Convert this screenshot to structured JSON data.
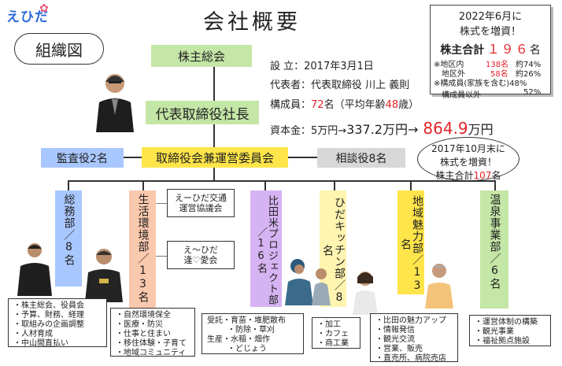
{
  "logo": {
    "text": "えひだ"
  },
  "title": "会社概要",
  "org_chart_label": "組織図",
  "nodes": {
    "shareholders": "株主総会",
    "president": "代表取締役社長",
    "committee": "取締役会兼運営委員会",
    "auditor": "監査役2名",
    "advisor": "相談役8名"
  },
  "company_info": {
    "established": "設 立：2017年3月1日",
    "representative": "代表者：代表取締役  川上  義則",
    "members_label": "構成員：",
    "members_count": "72",
    "members_suffix": "名（平均年齢",
    "avg_age": "48",
    "avg_age_suffix": "歳）",
    "capital_label": "資本金：5万円→",
    "capital_mid": "337.2万円→",
    "capital_final": "864.9",
    "capital_unit": "万円"
  },
  "note_june": {
    "line1": "2022年6月に",
    "line2": "株式を増資！",
    "total_label": "株主合計",
    "total_value": "１９６",
    "total_unit": "名",
    "row1_label": "※地区内",
    "row1_value": "138名",
    "row1_pct": "約74%",
    "row2_label": "地区外",
    "row2_value": "58名",
    "row2_pct": "約26%",
    "row3_label": "※構成員(家族を含む)48%",
    "row4_label": "構成員以外",
    "row4_pct": "52%"
  },
  "note_oct": {
    "line1": "2017年10月末に",
    "line2": "株式を増資！",
    "line3_label": "株主合計",
    "line3_value": "107",
    "line3_unit": "名"
  },
  "side_notes": {
    "transport": "えーひだ交通\n運営協議会",
    "love": "え～ひだ\n逢♡愛会"
  },
  "departments": [
    {
      "name": "総務部／8名",
      "items": [
        "・株主総会、役員会",
        "・予算、財務、経理",
        "・取組みの企画調整",
        "・人材育成",
        "・中山間直払い"
      ]
    },
    {
      "name": "生活環境部／13名",
      "items": [
        "・自然環境保全",
        "・医療・防災",
        "・仕事と住まい",
        "・移住体験・子育て",
        "・地域コミュニティ"
      ]
    },
    {
      "name": "比田米プロジェクト部／16名",
      "items": [
        "受託・育苗・堆肥散布",
        "・防除・草刈",
        "生産・水稲・畑作",
        "・どじょう"
      ]
    },
    {
      "name": "ひだキッチン部／8名",
      "items": [
        "・加工",
        "・カフェ",
        "・商工業"
      ]
    },
    {
      "name": "地域魅力部／13名",
      "items": [
        "・比田の魅力アップ",
        "・情報発信",
        "・観光交流",
        "・営業、販売",
        "・直売所、病院売店"
      ]
    },
    {
      "name": "温泉事業部／6名",
      "items": [
        "・運営体制の構築",
        "・観光事業",
        "・福祉拠点施設"
      ]
    }
  ]
}
